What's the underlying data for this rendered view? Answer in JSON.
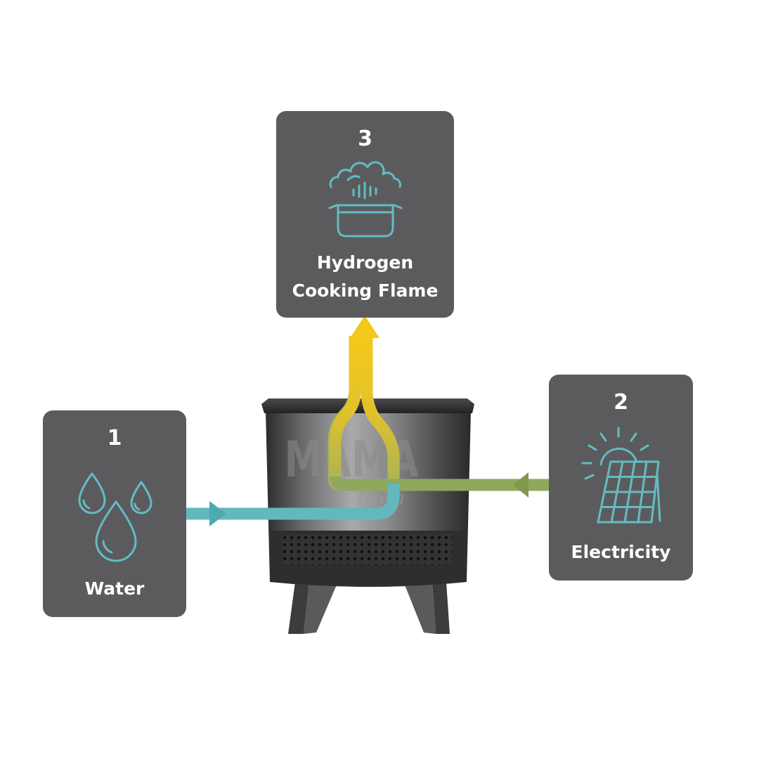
{
  "steps": [
    {
      "number": "1",
      "label": "Water"
    },
    {
      "number": "2",
      "label": "Electricity"
    },
    {
      "number": "3",
      "label_lines": [
        "Hydrogen",
        "Cooking Flame"
      ]
    }
  ],
  "device": {
    "logo_text": "MAMA",
    "script_text": "Tjiwa"
  },
  "icons": {
    "water": "water-drops-icon",
    "electricity": "solar-panel-sun-icon",
    "flame": "boiling-pot-icon"
  },
  "colors": {
    "card_bg": "#5b5b5e",
    "icon_stroke": "#63bcc3",
    "water_arrow": "#63b8bf",
    "electric_arrow": "#8fa85d",
    "flame_arrow": "#f2c81a"
  }
}
